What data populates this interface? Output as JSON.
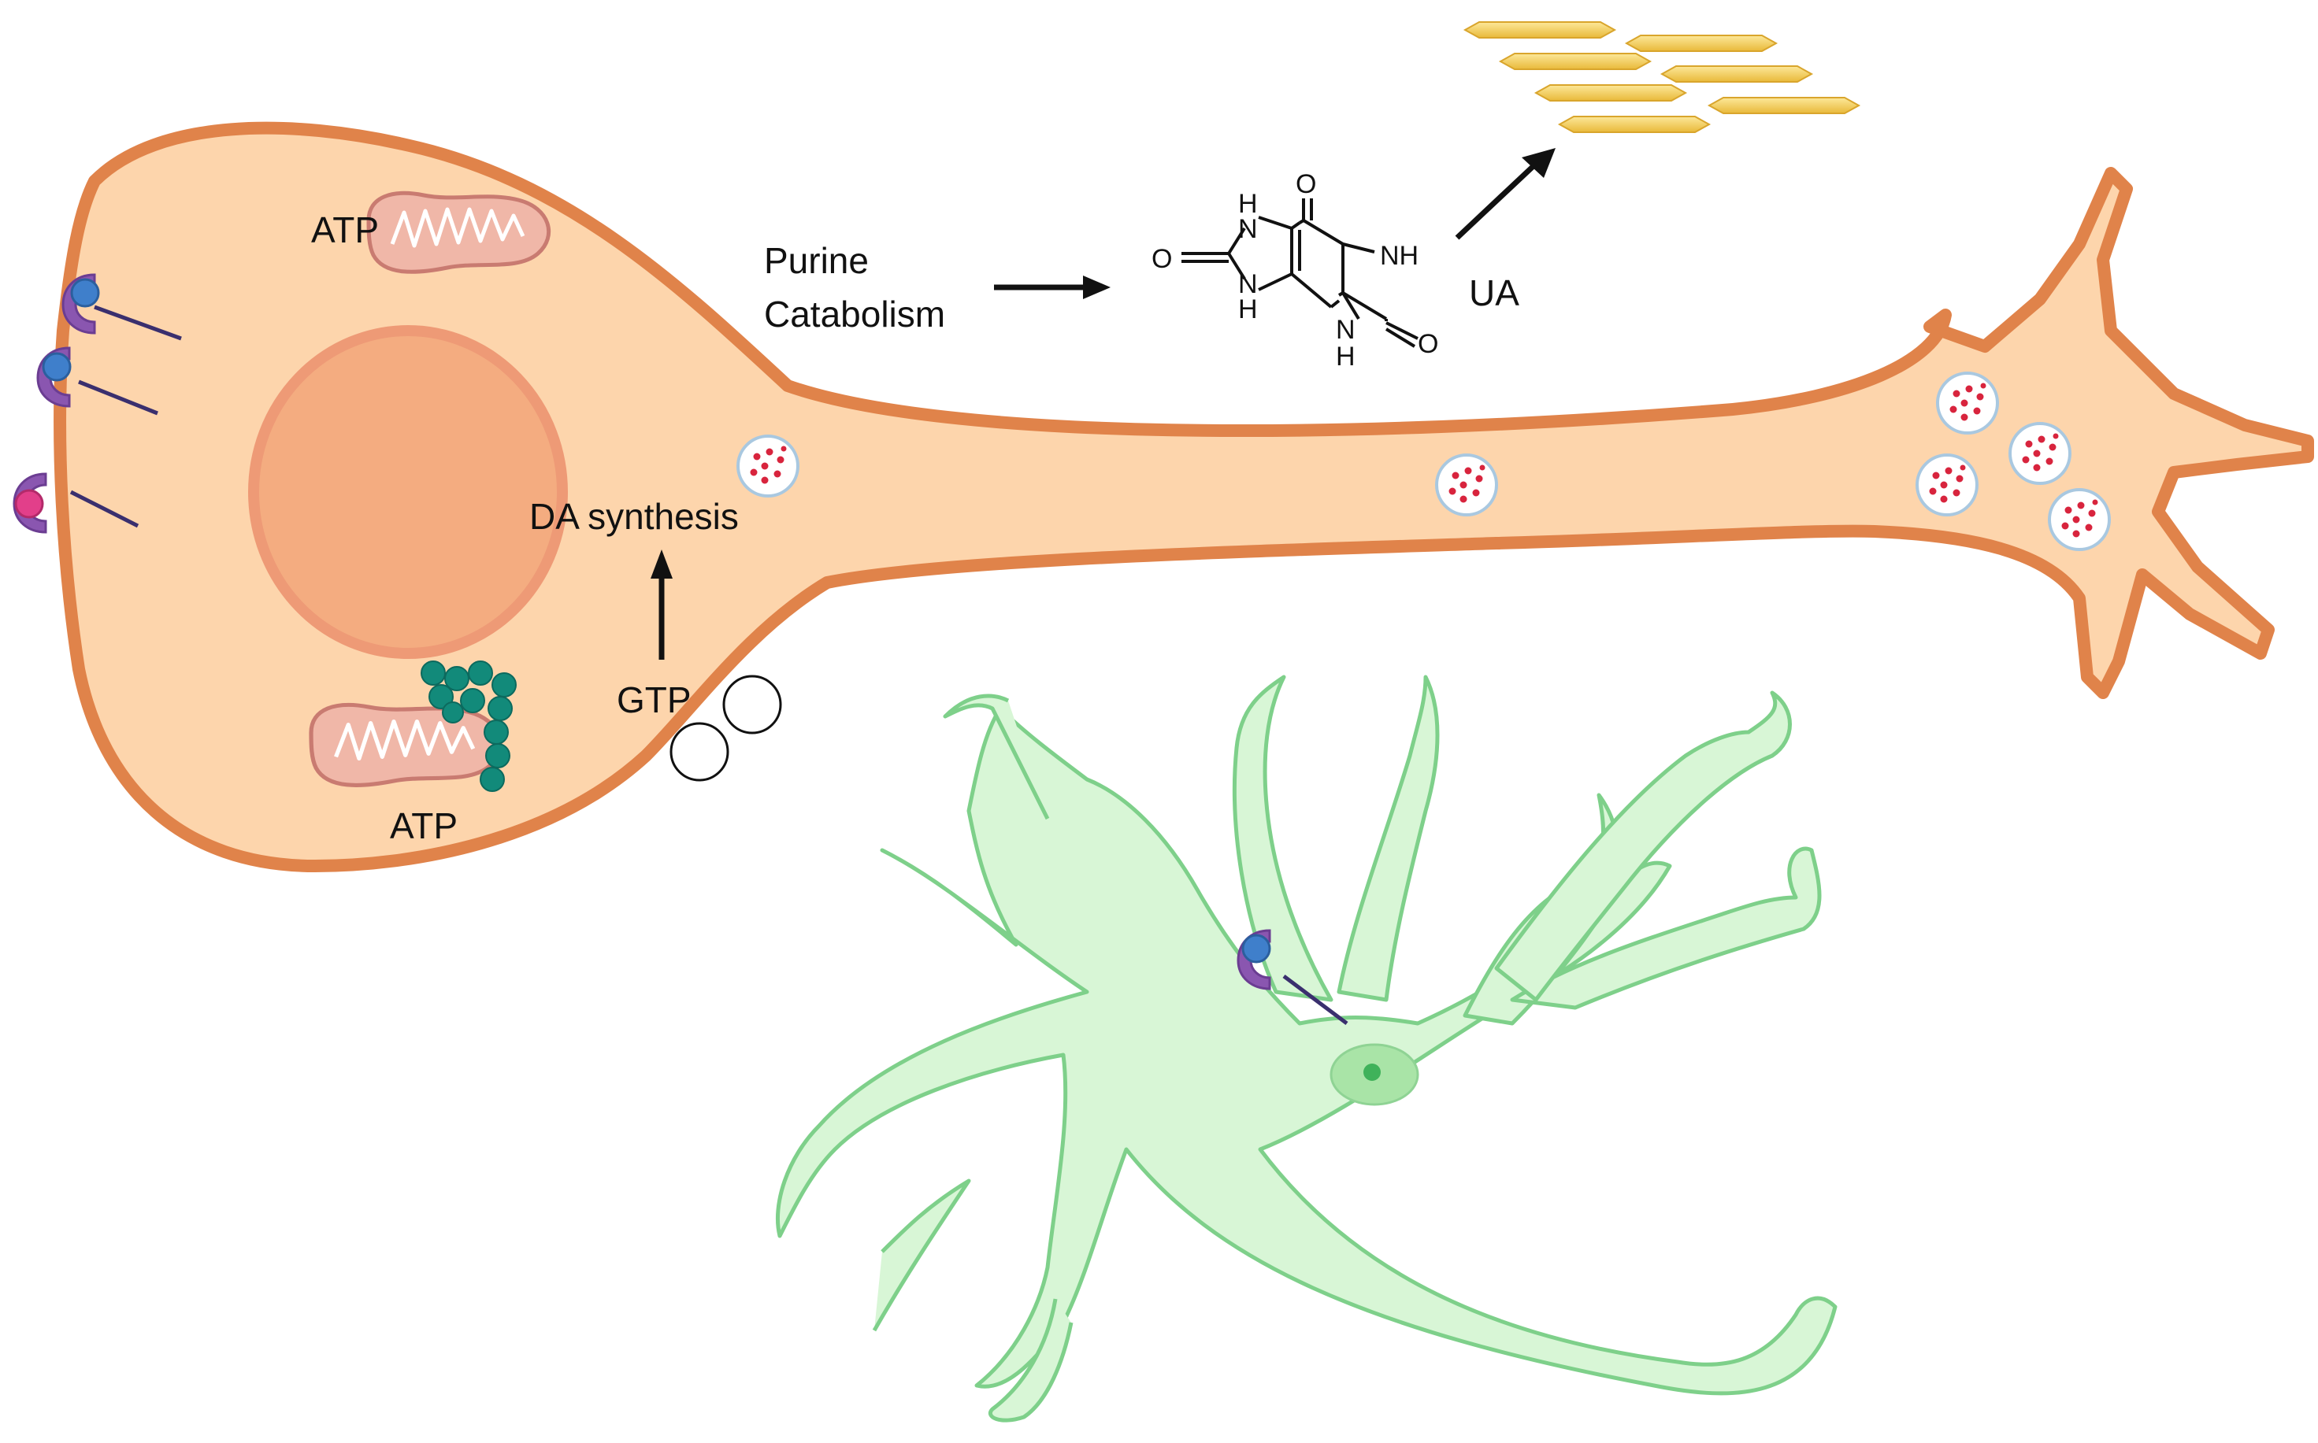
{
  "labels": {
    "atp_top": "ATP",
    "atp_bottom": "ATP",
    "gtp": "GTP",
    "da_synthesis": "DA synthesis",
    "purine_line1": "Purine",
    "purine_line2": "Catabolism",
    "ua": "UA"
  },
  "molecule": {
    "o_top": "O",
    "o_left": "O",
    "o_right": "O",
    "nh_right": "NH",
    "n_h_top": "H",
    "n_top": "N",
    "n_bottom": "N",
    "n_h_bottom": "H",
    "n_lower": "N",
    "n_h_lower": "H"
  },
  "colors": {
    "neuron_fill": "#fdd5ac",
    "neuron_outline": "#e0834a",
    "nucleus": "#f3aa7f",
    "astrocyte_fill": "#d8f6d6",
    "astrocyte_outline": "#7ed08a",
    "mitochondria": "#f0b7a8",
    "receptor": "#8a56b0",
    "ligand_blue": "#3f7fcb",
    "ligand_pink": "#e23f8a",
    "aggregate": "#128a7a",
    "crystal": "#f2ce5b",
    "vesicle_dot": "#d8243d"
  }
}
